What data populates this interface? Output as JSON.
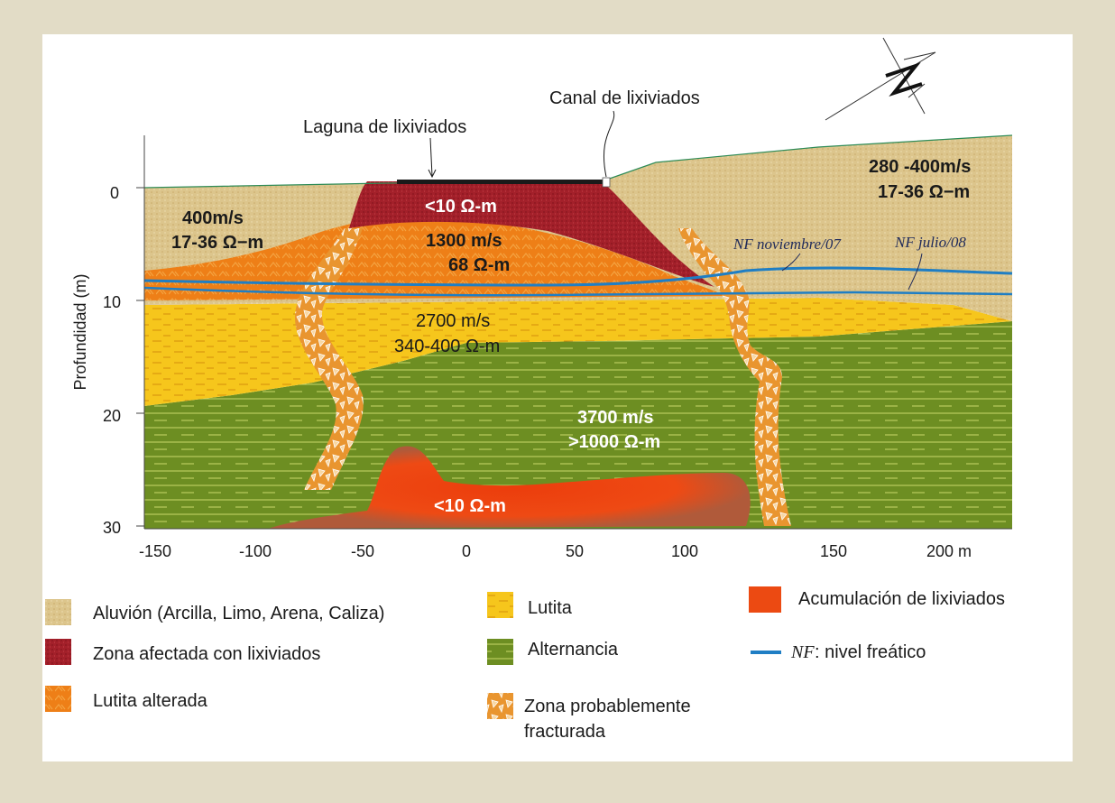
{
  "annotations": {
    "laguna": "Laguna de lixiviados",
    "canal": "Canal de lixiviados",
    "nf_nov": "NF noviembre/07",
    "nf_jul": "NF julio/08"
  },
  "layers": {
    "left_alluvium_v": "400m/s",
    "left_alluvium_r": "17-36 Ω−m",
    "right_alluvium_v": "280 -400m/s",
    "right_alluvium_r": "17-36 Ω−m",
    "lagoon_zone": "<10 Ω-m",
    "altered_v": "1300 m/s",
    "altered_r": "68 Ω-m",
    "lutita_v": "2700 m/s",
    "lutita_r": "340-400 Ω-m",
    "alternancia_v": "3700 m/s",
    "alternancia_r": ">1000 Ω-m",
    "accumulation": "<10 Ω-m"
  },
  "axes": {
    "y_label": "Profundidad (m)",
    "y_ticks": [
      "0",
      "10",
      "20",
      "30"
    ],
    "x_ticks": [
      "-150",
      "-100",
      "-50",
      "0",
      "50",
      "100",
      "150",
      "200 m"
    ]
  },
  "legend": {
    "aluvion": "Aluvión (Arcilla, Limo, Arena, Caliza)",
    "zona_afectada": "Zona afectada con lixiviados",
    "lutita_alterada": "Lutita alterada",
    "lutita": "Lutita",
    "alternancia": "Alternancia",
    "fracturada_1": "Zona probablemente",
    "fracturada_2": "fracturada",
    "acumulacion": "Acumulación de lixiviados",
    "nf_symbol": "NF",
    "nf_text": ": nivel freático"
  },
  "colors": {
    "background": "#e2dcc6",
    "aluvion": "#dcc58c",
    "zona_afectada": "#a3202a",
    "lutita_alterada": "#ee7f17",
    "lutita": "#f6c61c",
    "alternancia": "#6d8e22",
    "acumulacion": "#ec4a12",
    "nivel_freatico": "#1f7ec4"
  },
  "icons": [
    "north-arrow-icon"
  ]
}
